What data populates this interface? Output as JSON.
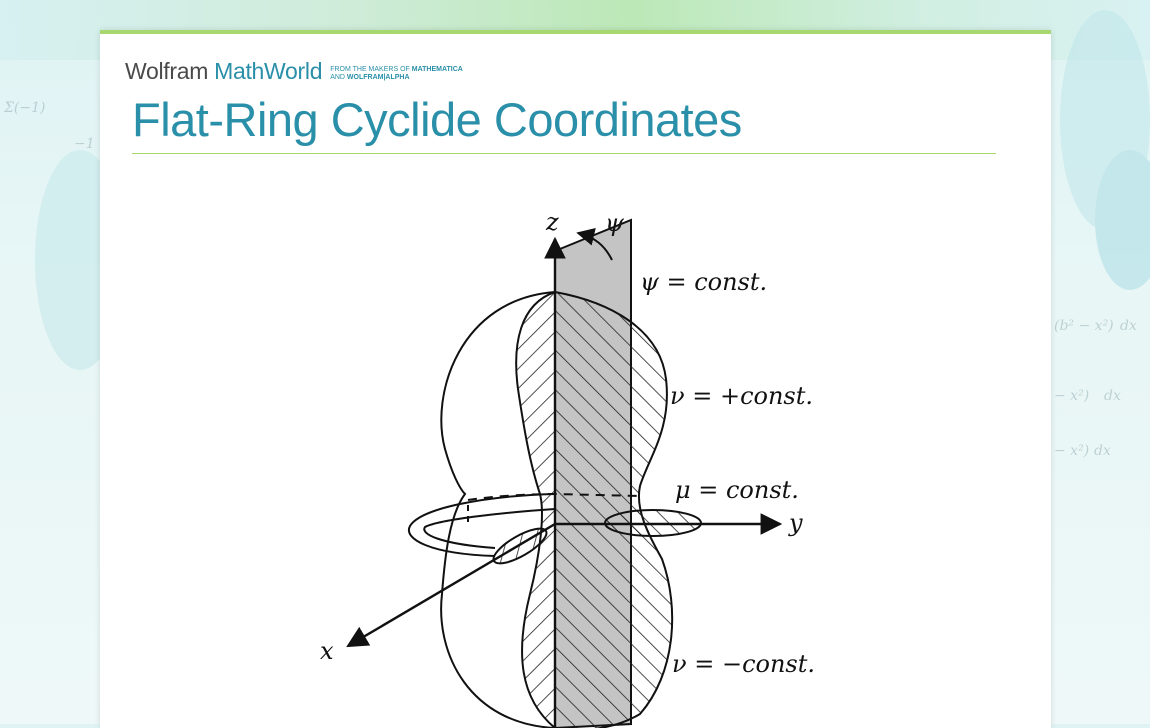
{
  "brand": {
    "wolfram": "Wolfram",
    "mathworld": "MathWorld",
    "tagline_line1": "FROM THE MAKERS OF",
    "tagline_line1_bold": "MATHEMATICA",
    "tagline_line2": "AND",
    "tagline_line2_bold": "WOLFRAM|ALPHA"
  },
  "page": {
    "title": "Flat-Ring Cyclide Coordinates"
  },
  "figure": {
    "axis_z": "z",
    "axis_y": "y",
    "axis_x": "x",
    "psi": "ψ",
    "psi_const": "ψ = const.",
    "nu_plus": "ν = +const.",
    "mu_const": "μ = const.",
    "nu_minus": "ν = −const."
  },
  "colors": {
    "accent_green": "#a6d86f",
    "title_teal": "#2a8fa8",
    "background": "#e3f4f4"
  }
}
